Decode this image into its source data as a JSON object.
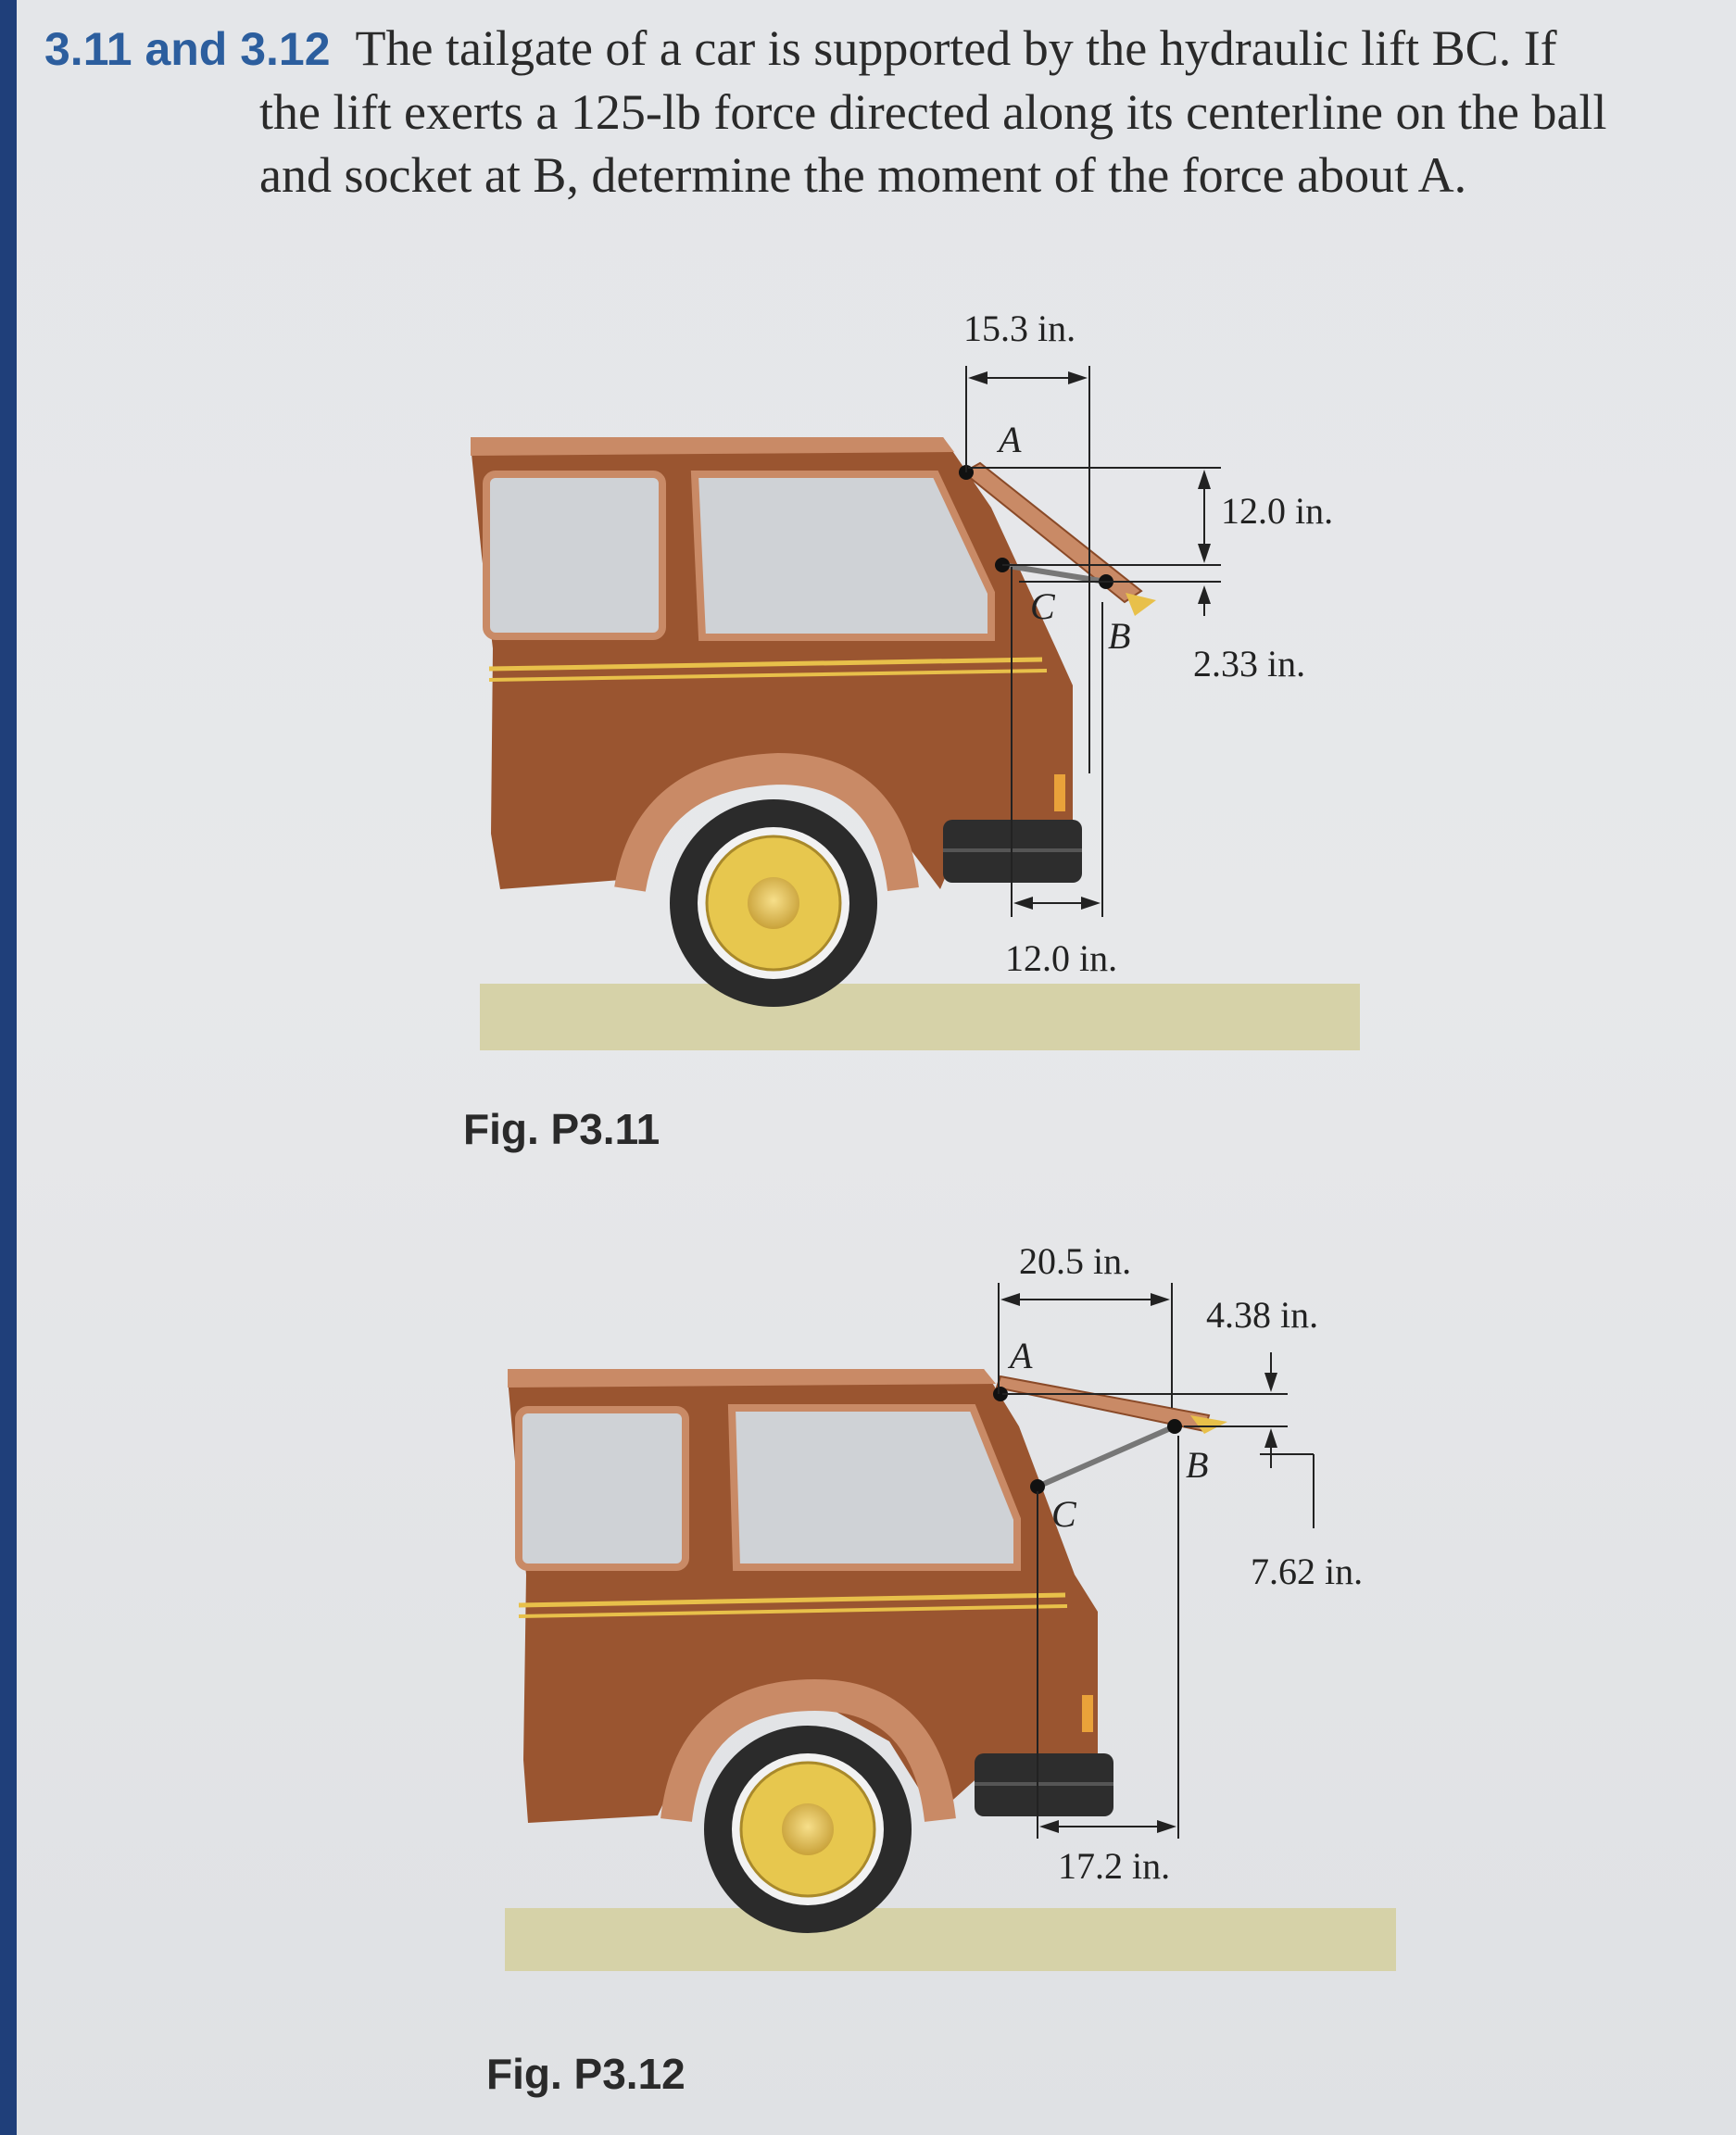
{
  "problem": {
    "number": "3.11 and 3.12",
    "line1": "The tailgate of a car is supported by the hydraulic lift BC. If",
    "line2": "the lift exerts a 125-lb force directed along its centerline on the ball",
    "line3": "and socket at B, determine the moment of the force about A."
  },
  "fig1": {
    "caption": "Fig. P3.11",
    "dim_top": "15.3 in.",
    "dim_right_upper": "12.0 in.",
    "dim_right_lower": "2.33 in.",
    "dim_bottom": "12.0 in.",
    "label_a": "A",
    "label_b": "B",
    "label_c": "C"
  },
  "fig2": {
    "caption": "Fig. P3.12",
    "dim_top": "20.5 in.",
    "dim_right_upper": "4.38 in.",
    "dim_right_lower": "7.62 in.",
    "dim_bottom": "17.2 in.",
    "label_a": "A",
    "label_b": "B",
    "label_c": "C"
  },
  "colors": {
    "car_body": "#9a5530",
    "car_trim": "#c98a66",
    "stripe": "#e8c04a",
    "window": "#cfd2d6",
    "ground": "#d6d2a8",
    "accent_blue": "#2c5e9e"
  }
}
